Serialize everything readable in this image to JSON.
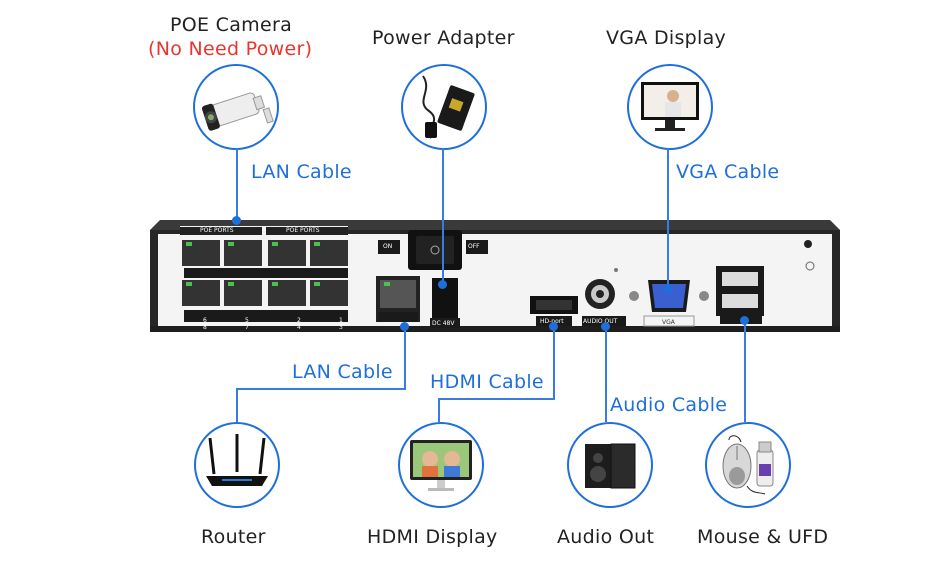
{
  "devices": {
    "poe_camera": {
      "title": "POE Camera",
      "note": "(No Need Power)"
    },
    "power_adapter": {
      "title": "Power Adapter"
    },
    "vga_display": {
      "title": "VGA Display"
    },
    "router": {
      "title": "Router"
    },
    "hdmi_display": {
      "title": "HDMI Display"
    },
    "audio_out": {
      "title": "Audio Out"
    },
    "mouse_ufd": {
      "title": "Mouse & UFD"
    }
  },
  "cables": {
    "lan_top": "LAN Cable",
    "vga": "VGA Cable",
    "lan_bottom": "LAN Cable",
    "hdmi": "HDMI Cable",
    "audio": "Audio Cable"
  },
  "panel": {
    "poe_ports_a": "POE PORTS",
    "poe_ports_b": "POE PORTS",
    "on": "ON",
    "off": "OFF",
    "dc": "DC 48V",
    "hd_port": "HD-port",
    "audio_out": "AUDIO OUT",
    "vga": "VGA",
    "port_numbers_top": [
      "6",
      "5",
      "2",
      "1"
    ],
    "port_numbers_bottom": [
      "8",
      "7",
      "4",
      "3"
    ]
  },
  "colors": {
    "accent": "#1f6fdb",
    "note": "#e8352e",
    "chassis": "#2b2b2b"
  }
}
